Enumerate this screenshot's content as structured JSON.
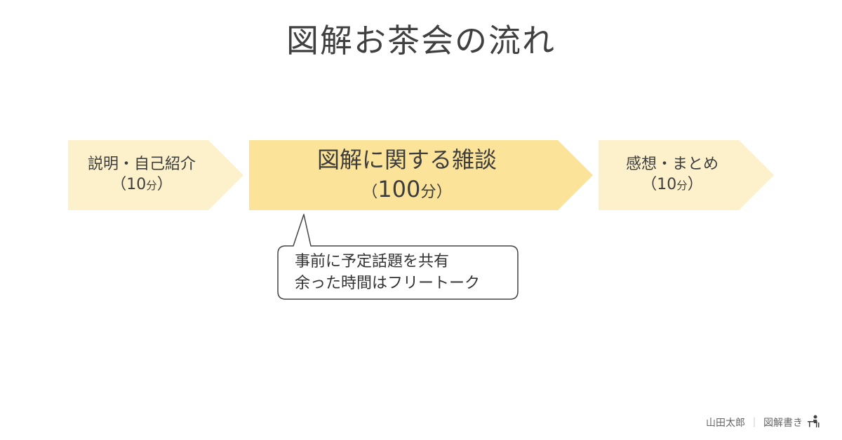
{
  "title": "図解お茶会の流れ",
  "steps": [
    {
      "label": "説明・自己紹介",
      "open": "（",
      "num": "10",
      "unit": "分",
      "close": "）"
    },
    {
      "label": "図解に関する雑談",
      "open": "（",
      "num": "100",
      "unit": "分",
      "close": "）"
    },
    {
      "label": "感想・まとめ",
      "open": "（",
      "num": "10",
      "unit": "分",
      "close": "）"
    }
  ],
  "callout": {
    "line1": "事前に予定話題を共有",
    "line2": "余った時間はフリートーク"
  },
  "footer": {
    "author": "山田太郎",
    "separator": "｜",
    "brand": "図解書き"
  },
  "colors": {
    "step_light": "#fdf1cc",
    "step_main": "#fbe399",
    "text": "#404040"
  }
}
